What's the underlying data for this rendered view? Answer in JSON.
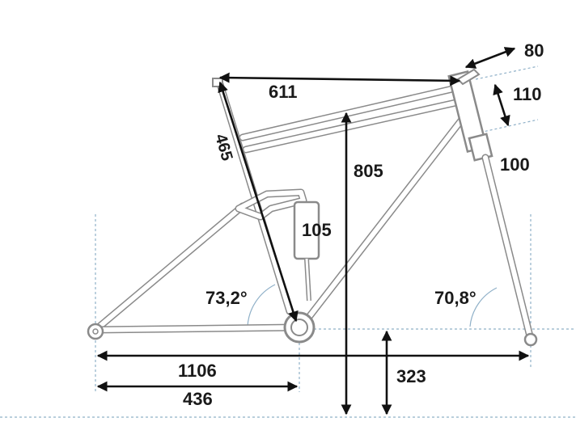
{
  "geometry": {
    "reach": "611",
    "stack": "805",
    "seat_tube": "465",
    "stem_length": "80",
    "stem_height": "110",
    "fork_travel": "100",
    "rear_travel": "105",
    "seat_angle": "73,2°",
    "head_angle": "70,8°",
    "wheelbase": "1106",
    "chainstay": "436",
    "bb_height": "323"
  },
  "colors": {
    "frame_stroke": "#8a8a8a",
    "frame_fill": "#ffffff",
    "dimension_line": "#111111",
    "guide_line": "#8fb0c8"
  }
}
